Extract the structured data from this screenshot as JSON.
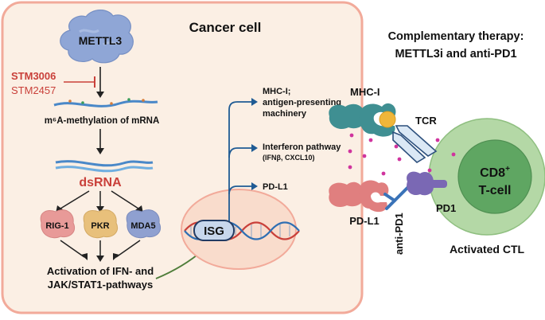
{
  "cell": {
    "title": "Cancer cell",
    "methyltransferase": "METTL3",
    "inhibitor_primary": "STM3006",
    "inhibitor_secondary": "STM2457",
    "methylation_label": "m⁶A-methylation of mRNA",
    "dsrna_label": "dsRNA",
    "sensors": [
      "RIG-1",
      "PKR",
      "MDA5"
    ],
    "activation_line1": "Activation of IFN- and",
    "activation_line2": "JAK/STAT1-pathways",
    "isg_label": "ISG",
    "outputs": {
      "mhc_line1": "MHC-I;",
      "mhc_line2": "antigen-presenting",
      "mhc_line3": "machinery",
      "ifn_line1": "Interferon pathway",
      "ifn_line2": "(IFNβ, CXCL10)",
      "pdl1": "PD-L1"
    }
  },
  "therapy": {
    "title_line1": "Complementary therapy:",
    "title_line2": "METTL3i and anti-PD1"
  },
  "immune": {
    "mhc_label": "MHC-I",
    "tcr_label": "TCR",
    "pdl1_label": "PD-L1",
    "antipd1_label": "anti-PD1",
    "pd1_label": "PD1",
    "cd8_main": "CD8",
    "cd8_sup": "+",
    "tcell_label": "T-cell",
    "ctl_label": "Activated CTL"
  },
  "colors": {
    "cell_fill": "#fbefe4",
    "cell_border": "#f2aa9a",
    "inhibitor_red": "#c9403a",
    "dsrna_red": "#c9403a",
    "arrow_blue": "#1f5b94",
    "arrow_green": "#4f7d3a",
    "tcell_outer": "#b4d8a6",
    "tcell_inner": "#5fa662",
    "mettl3": "#8fa6d6",
    "rig1": "#e89a98",
    "pkr": "#e8c07b",
    "mda5": "#8fa0d0",
    "mhc": "#3f8f92",
    "pdl1": "#e07f7f",
    "pd1": "#7a68b4"
  }
}
